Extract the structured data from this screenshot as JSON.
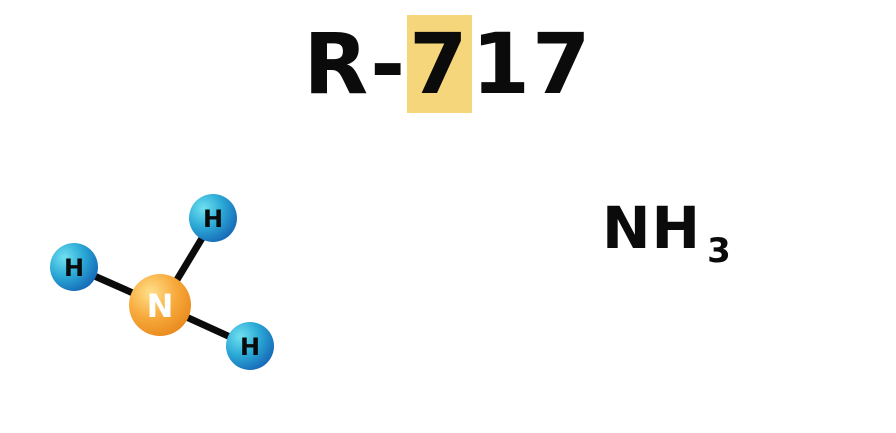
{
  "title": {
    "prefix": "R-",
    "highlight": "7",
    "suffix": "17",
    "highlight_color": "#f6d67a"
  },
  "molecule": {
    "central_atom": "N",
    "atoms": [
      "H",
      "H",
      "H"
    ],
    "central_color": "#f7a93b",
    "atom_color": "#2ba9d6"
  },
  "formula": {
    "main": "NH",
    "subscript": "3"
  }
}
